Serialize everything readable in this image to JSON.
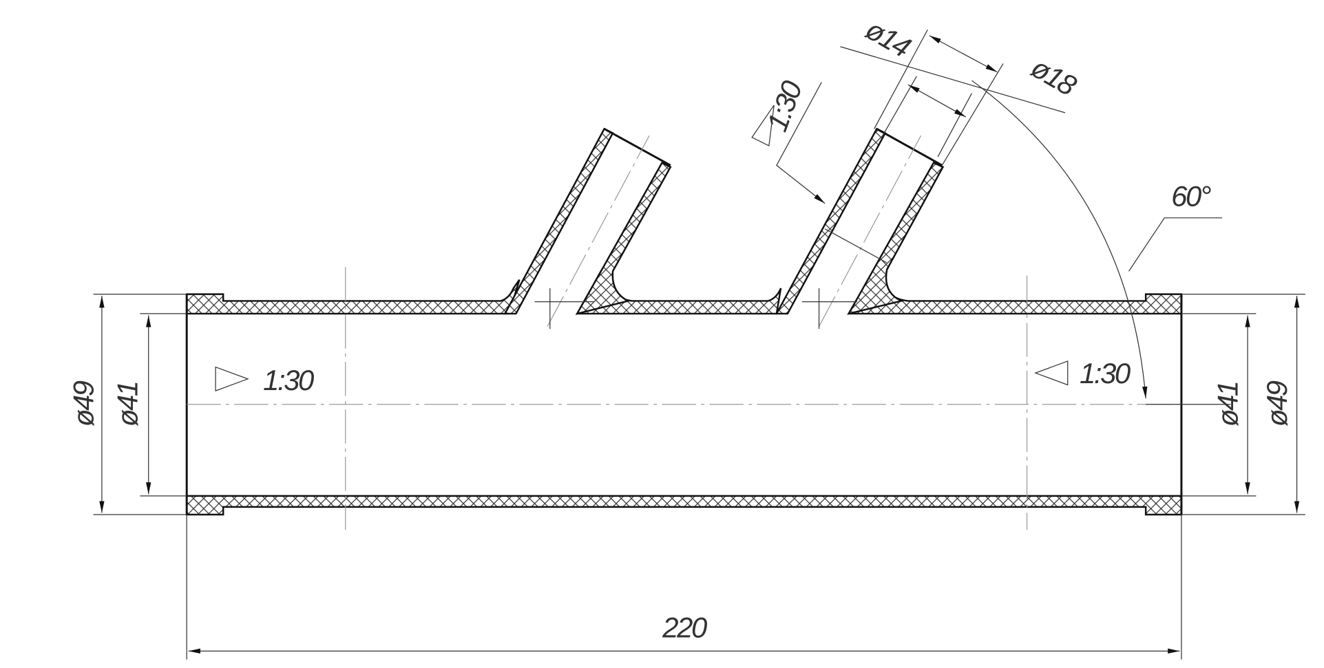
{
  "drawing": {
    "dimensions": {
      "overall_length": "220",
      "outer_diameter_left": "ø49",
      "inner_diameter_left": "ø41",
      "outer_diameter_right": "ø49",
      "inner_diameter_right": "ø41",
      "branch_inner_diameter": "ø14",
      "branch_outer_diameter": "ø18",
      "branch_angle": "60°"
    },
    "tapers": {
      "left": "1:30",
      "right": "1:30",
      "branch": "1:30"
    }
  }
}
